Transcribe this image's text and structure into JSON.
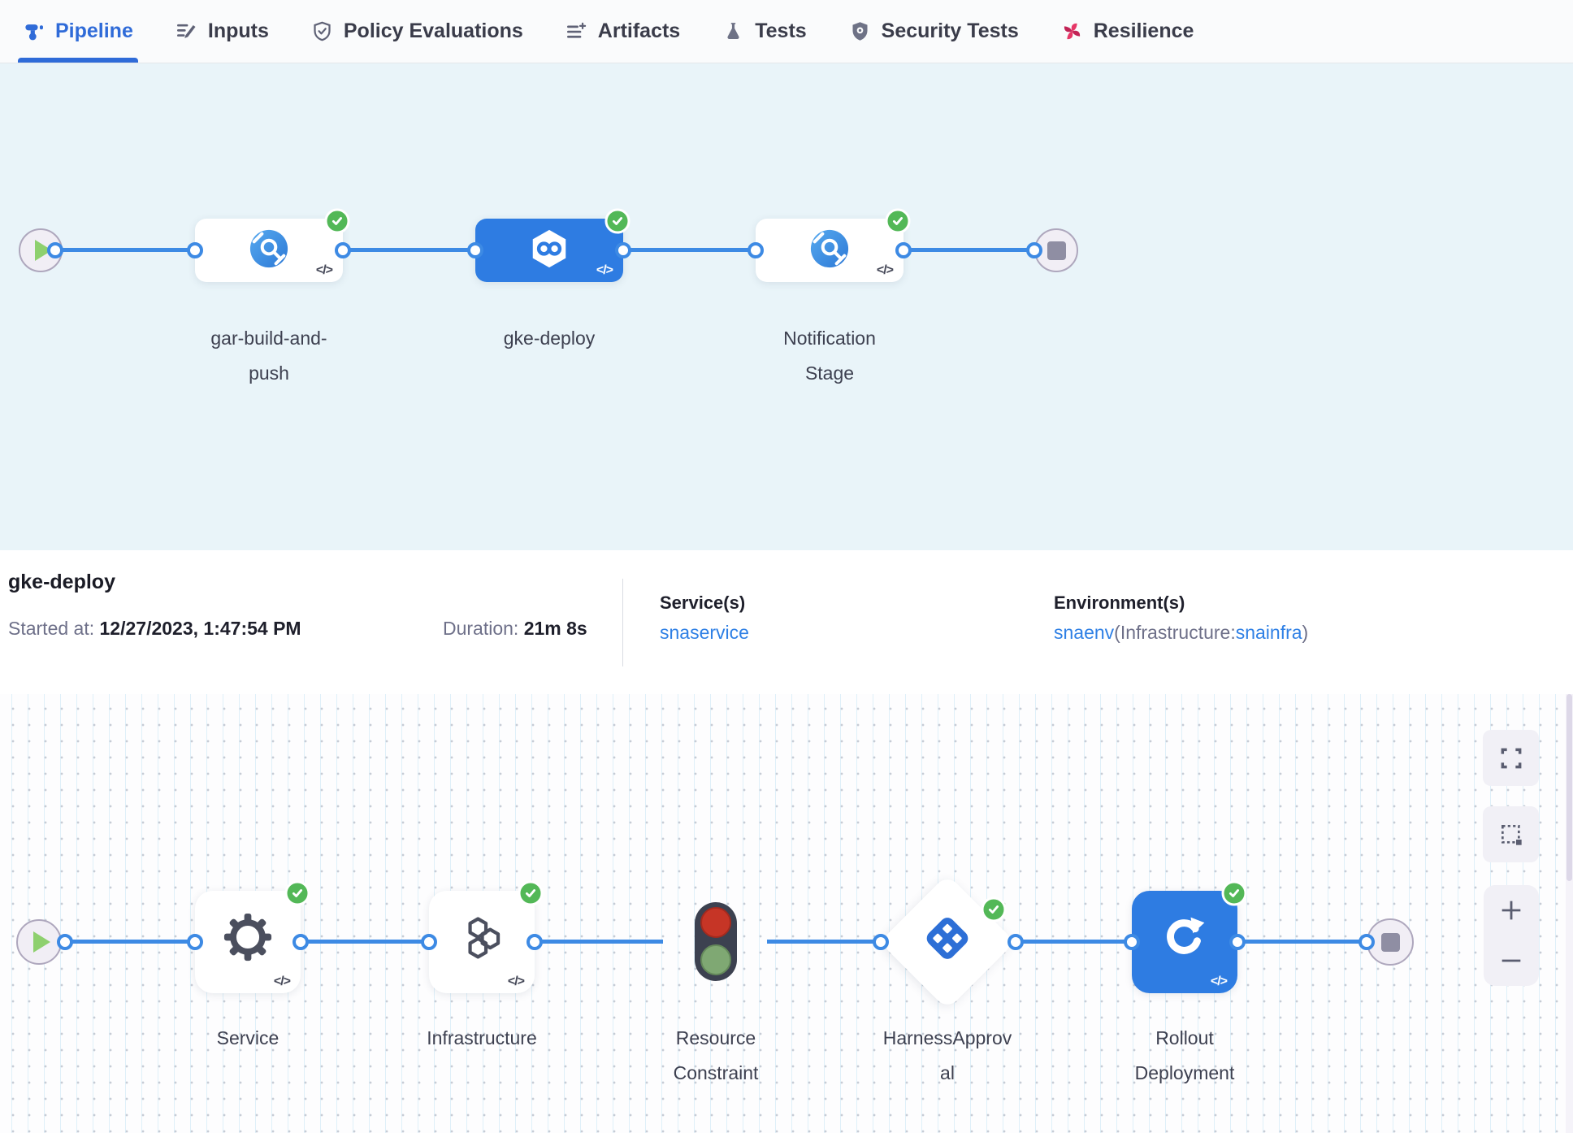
{
  "tab_bar": {
    "tabs": [
      {
        "label": "Pipeline",
        "active": true
      },
      {
        "label": "Inputs",
        "active": false
      },
      {
        "label": "Policy Evaluations",
        "active": false
      },
      {
        "label": "Artifacts",
        "active": false
      },
      {
        "label": "Tests",
        "active": false
      },
      {
        "label": "Security Tests",
        "active": false
      },
      {
        "label": "Resilience",
        "active": false
      }
    ]
  },
  "stage_pipeline": {
    "stages": [
      {
        "label": "gar-build-and-\npush",
        "status": "success"
      },
      {
        "label": "gke-deploy",
        "status": "success",
        "selected": true
      },
      {
        "label": "Notification\nStage",
        "status": "success"
      }
    ],
    "code_glyph": "</>"
  },
  "summary": {
    "title": "gke-deploy",
    "started_label": "Started at:",
    "started_value": "12/27/2023, 1:47:54 PM",
    "duration_label": "Duration:",
    "duration_value": "21m 8s",
    "services_label": "Service(s)",
    "service_name": "snaservice",
    "environments_label": "Environment(s)",
    "environment_name": "snaenv",
    "environment_infra_prefix": "(Infrastructure:",
    "environment_infra_name": "snainfra",
    "environment_infra_suffix": ")"
  },
  "execution_graph": {
    "steps": [
      {
        "label": "Service",
        "status": "success"
      },
      {
        "label": "Infrastructure",
        "status": "success"
      },
      {
        "label": "Resource\nConstraint",
        "status": "none"
      },
      {
        "label": "HarnessApprov\nal",
        "status": "success"
      },
      {
        "label": "Rollout\nDeployment",
        "status": "success",
        "highlighted": true
      }
    ],
    "code_glyph": "</>"
  },
  "colors": {
    "accent_blue": "#2e7ce2",
    "link_blue": "#2f80e5",
    "success_green": "#53b857",
    "resilience_pink": "#e63767",
    "connector_blue": "#3d8ae4"
  }
}
